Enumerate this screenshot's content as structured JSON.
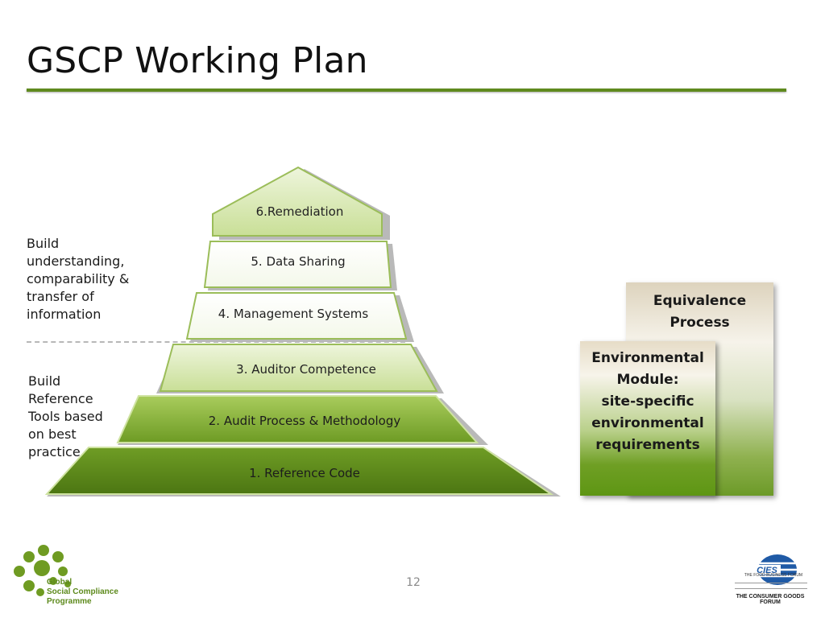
{
  "slide": {
    "title": "GSCP Working Plan",
    "page_number": "12"
  },
  "side_notes": {
    "upper": "Build\nunderstanding,\ncomparability &\ntransfer of\ninformation",
    "lower": "Build\nReference\nTools based\non best\npractice"
  },
  "pyramid": {
    "tiers": [
      {
        "label": "6.Remediation"
      },
      {
        "label": "5. Data Sharing"
      },
      {
        "label": "4. Management Systems"
      },
      {
        "label": "3. Auditor Competence"
      },
      {
        "label": "2. Audit Process & Methodology"
      },
      {
        "label": "1. Reference Code"
      }
    ]
  },
  "boxes": {
    "equivalence": "Equivalence\nProcess",
    "environmental": "Environmental\nModule:\nsite-specific\nenvironmental\nrequirements"
  },
  "logos": {
    "gscp_text": "Global\nSocial Compliance\nProgramme",
    "cies_mark": "CIES",
    "cies_tagline": "THE FOOD BUSINESS FORUM",
    "cgf_name": "THE CONSUMER GOODS FORUM"
  },
  "colors": {
    "accent_green": "#5f8a1e",
    "dark_green": "#5a8218",
    "light_green": "#d3e6aa",
    "cgf_blue": "#1f5aa6"
  }
}
